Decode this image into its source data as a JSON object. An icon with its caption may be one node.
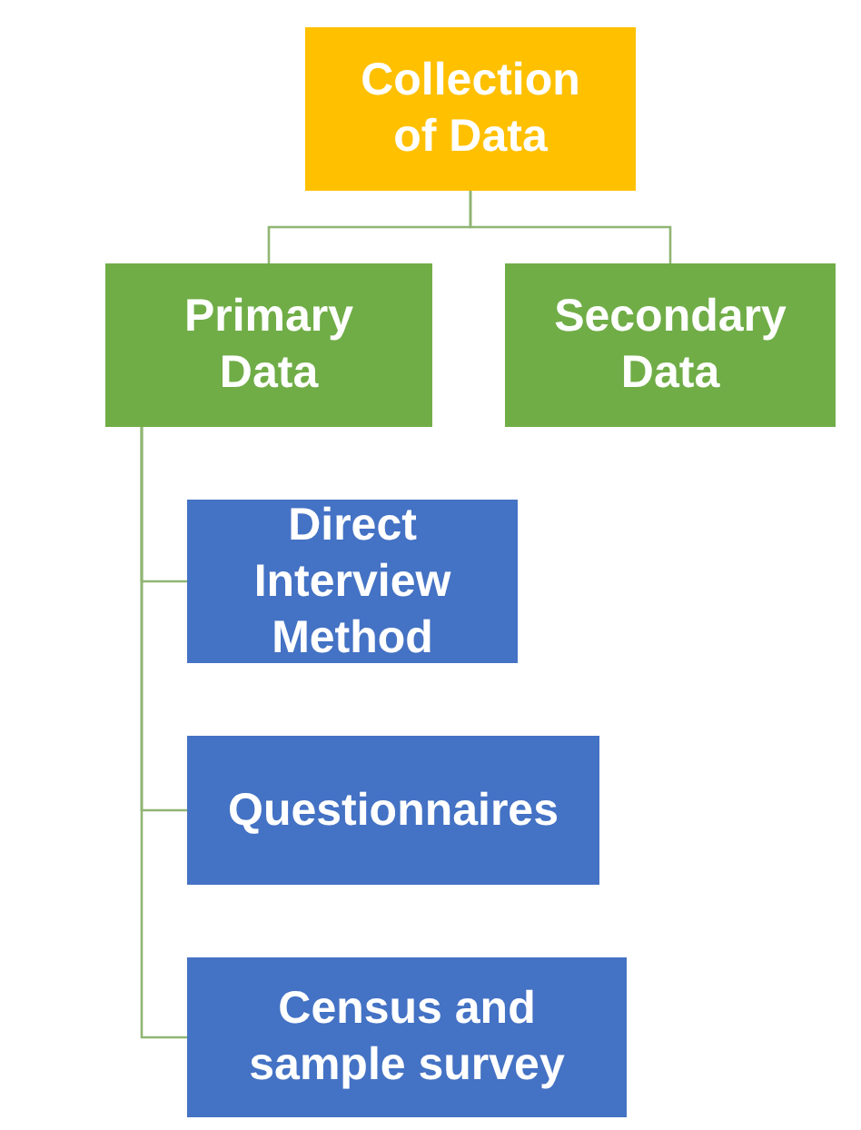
{
  "diagram": {
    "nodes": [
      {
        "text": [
          "Collection of Data"
        ]
      },
      {
        "text": [
          "Primary Data"
        ]
      },
      {
        "text": [
          "Secondary Data"
        ]
      },
      {
        "text": [
          "Direct Interview Method"
        ]
      },
      {
        "text": [
          "Questionnaires"
        ]
      },
      {
        "text": [
          "Census and sample survey"
        ]
      }
    ],
    "edges": [
      {
        "from": 0,
        "to": 1,
        "arrow": "none"
      },
      {
        "from": 0,
        "to": 2,
        "arrow": "none"
      },
      {
        "from": 1,
        "to": 3,
        "arrow": "none"
      },
      {
        "from": 1,
        "to": 4,
        "arrow": "none"
      },
      {
        "from": 1,
        "to": 5,
        "arrow": "none"
      }
    ]
  }
}
